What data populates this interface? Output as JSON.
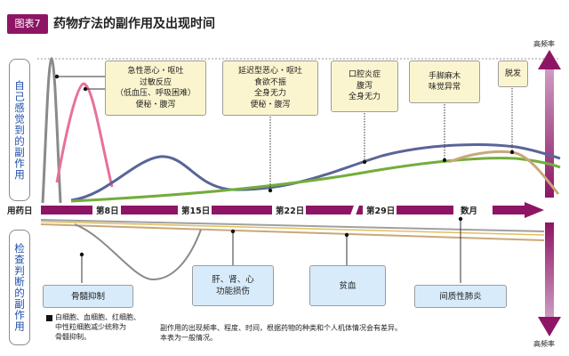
{
  "header": {
    "tag": "图表7",
    "title": "药物疗法的副作用及出现时间"
  },
  "side": {
    "top": "自己感觉到的副作用",
    "bottom": "检查判断的副作用"
  },
  "axis": {
    "start": "用药日",
    "ticks": [
      "第8日",
      "第15日",
      "第22日",
      "第29日",
      "数月"
    ]
  },
  "frequency": {
    "top": "高频率",
    "bottom": "高频率"
  },
  "self_notes": [
    {
      "id": "acute",
      "text": "急性恶心・呕吐\n过敏反应\n（低血压、呼吸困难）\n便秘・腹泻"
    },
    {
      "id": "delayed",
      "text": "延迟型恶心・呕吐\n食欲不振\n全身无力\n便秘・腹泻"
    },
    {
      "id": "oral",
      "text": "口腔炎症\n腹泻\n全身无力"
    },
    {
      "id": "hand",
      "text": "手脚麻木\n味觉异常"
    },
    {
      "id": "hair",
      "text": "脱发"
    }
  ],
  "check_notes": [
    {
      "id": "marrow",
      "text": "骨髓抑制"
    },
    {
      "id": "liver",
      "text": "肝、肾、心\n功能损伤"
    },
    {
      "id": "anemia",
      "text": "贫血"
    },
    {
      "id": "lung",
      "text": "间质性肺炎"
    }
  ],
  "footnotes": {
    "legend": "白细胞、血细胞、红细胞、\n中性粒细胞减少统称为\n骨髓抑制。",
    "general": "副作用的出现频率、程度、时间，根据药物的种类和个人机体情况会有差异。\n本表为一般情况。"
  },
  "colors": {
    "accent": "#8e1566",
    "pink": "#e8709a",
    "gray": "#8a8a8a",
    "navy": "#5a6498",
    "green": "#73ad3c",
    "tan": "#c9a878",
    "note_yellow": "#fbf5cf",
    "note_blue": "#d8ebfa",
    "side_text": "#1e4ea8"
  }
}
